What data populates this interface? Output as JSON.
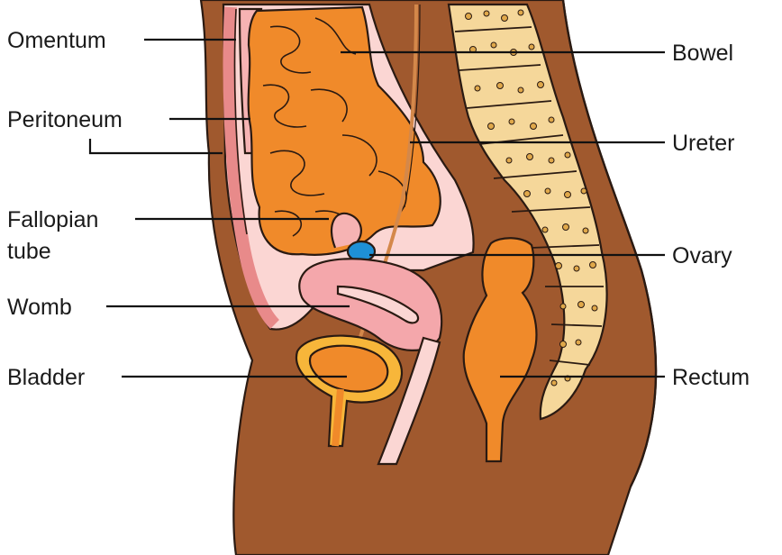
{
  "labels": {
    "omentum": "Omentum",
    "peritoneum": "Peritoneum",
    "fallopian_line1": "Fallopian",
    "fallopian_line2": "tube",
    "womb": "Womb",
    "bladder": "Bladder",
    "bowel": "Bowel",
    "ureter": "Ureter",
    "ovary": "Ovary",
    "rectum": "Rectum"
  },
  "colors": {
    "skin": "#a0592e",
    "bowel": "#f08a2a",
    "peritoneum": "#f6b3b3",
    "peritoneum_dark": "#e88a8a",
    "pink_light": "#fbd6d3",
    "womb": "#f4a7ab",
    "bladder_outer": "#f7b63a",
    "ovary": "#1e90d6",
    "bone": "#f5d79a",
    "bone_hole": "#e0a84a",
    "ink": "#2a1a12"
  }
}
